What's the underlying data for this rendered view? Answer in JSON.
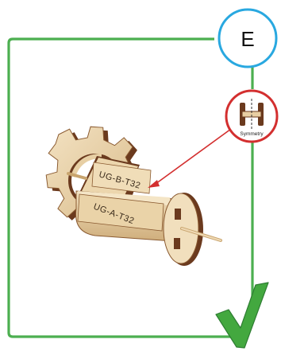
{
  "step": {
    "label": "E"
  },
  "callout": {
    "label": "Symmetry",
    "icon": "symmetry-icon"
  },
  "parts": {
    "upper_code": "UG-B-T32",
    "lower_code": "UG-A-T32"
  },
  "status": {
    "icon": "checkmark-icon",
    "state": "complete"
  },
  "colors": {
    "frame_green": "#4caf50",
    "check_green": "#43a83f",
    "step_circle_blue": "#29a8e0",
    "callout_red": "#d32f2f",
    "wood_light": "#efd9b4",
    "wood_mid": "#dcbf8f",
    "wood_dark": "#6b3a1e"
  }
}
